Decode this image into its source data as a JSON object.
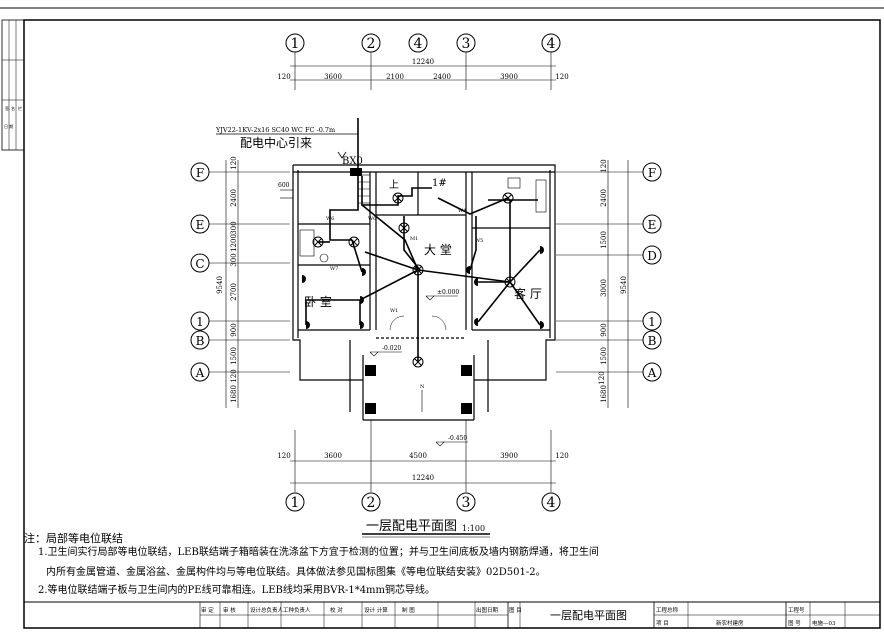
{
  "drawing": {
    "title": "一层配电平面图",
    "scale": "1:100",
    "source_label": "配电中心引来",
    "cable_spec": "YJV22-1KV-2x16 SC40 WC FC -0.7m",
    "box_label": "BX0",
    "rooms": {
      "bedroom": "卧 室",
      "hall": "大 堂",
      "living": "客 厅"
    },
    "stair_marks": [
      "上",
      "1#"
    ],
    "levels": [
      "±0.000",
      "-0.020",
      "-0.450"
    ],
    "axes_x": [
      "1",
      "2",
      "3",
      "4"
    ],
    "axis_x_top_extra": "4",
    "axes_y": [
      "F",
      "E",
      "C",
      "1",
      "B",
      "A"
    ],
    "axes_y_right": [
      "F",
      "E",
      "D",
      "1",
      "B",
      "A"
    ],
    "dims_top": [
      "120",
      "3600",
      "2100",
      "2400",
      "3900",
      "120"
    ],
    "dim_top_total": "12240",
    "dims_bottom": [
      "120",
      "3600",
      "4500",
      "3900",
      "120"
    ],
    "dim_bottom_total": "12240",
    "dims_left": [
      "120",
      "2400",
      "300",
      "1200",
      "300",
      "2700",
      "900",
      "1500",
      "120",
      "1680"
    ],
    "dim_left_total": "9540",
    "dims_right": [
      "120",
      "2400",
      "1500",
      "3000",
      "900",
      "1500",
      "120",
      "1680"
    ],
    "dim_right_total": "9540",
    "small_labels": [
      "600",
      "W6",
      "W6",
      "W5",
      "W7",
      "M1",
      "W4",
      "W1",
      "N"
    ]
  },
  "notes": {
    "heading": "注：局部等电位联结",
    "line1": "1.卫生间实行局部等电位联结，LEB联结端子箱暗装在洗涤盆下方宜于检测的位置；并与卫生间底板及墙内钢筋焊通，将卫生间",
    "line2": "内所有金属管道、金属浴盆、金属构件均与等电位联结。具体做法参见国标图集《等电位联结安装》02D501-2。",
    "line3": "2.等电位联结端子板与卫生间内的PE线可靠相连。LEB线均采用BVR-1*4mm铜芯导线。"
  },
  "title_block": {
    "signoffs": [
      "审 定",
      "审 核",
      "设计总负责人",
      "工种负责人",
      "校 对",
      "设计 计算",
      "制 图",
      "出图日期"
    ],
    "drawing_label": "图 目",
    "drawing_name": "一层配电平面图",
    "project_label": "工程总称",
    "item_label": "项 目",
    "item_value": "新农村建房",
    "project_no_label": "工程号",
    "sheet_label": "图 号",
    "sheet_value": "电施—03"
  },
  "side_strip": [
    "签",
    "名",
    "栏",
    "日 期"
  ]
}
